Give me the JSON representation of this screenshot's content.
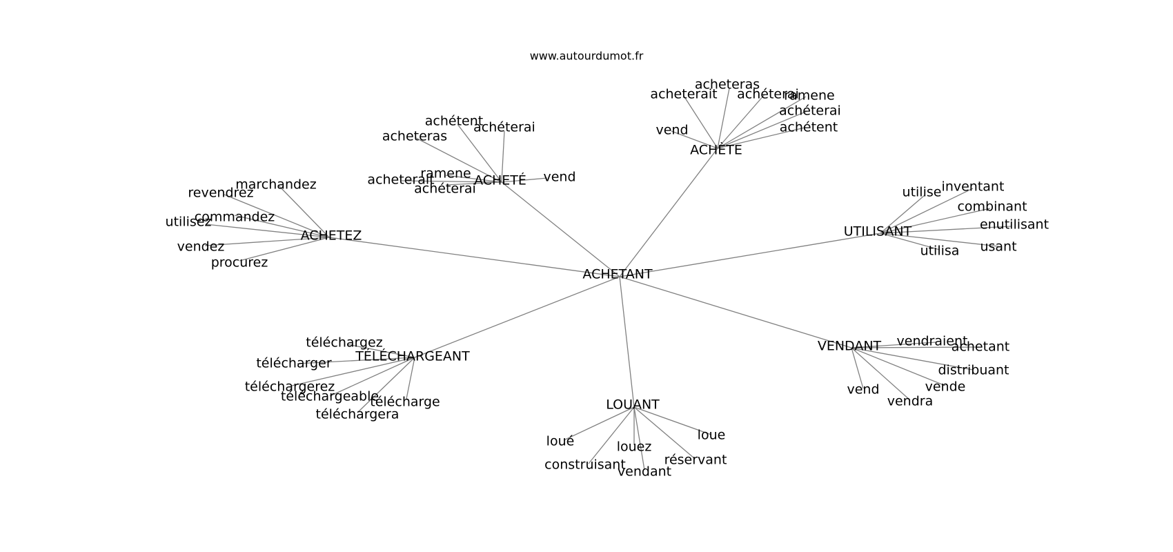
{
  "site": "www.autourdumot.fr",
  "center": "ACHETANT",
  "groups": [
    {
      "name": "ACHETÉ",
      "children": [
        "achétent",
        "achéterai",
        "acheteras",
        "ramene",
        "acheterait",
        "achéterai",
        "vend"
      ]
    },
    {
      "name": "ACHÈTE",
      "children": [
        "acheteras",
        "acheterait",
        "achéterai",
        "ramene",
        "achéterai",
        "achétent",
        "vend"
      ]
    },
    {
      "name": "ACHETEZ",
      "children": [
        "marchandez",
        "revendrez",
        "commandez",
        "utilisez",
        "vendez",
        "procurez"
      ]
    },
    {
      "name": "UTILISANT",
      "children": [
        "utilise",
        "inventant",
        "combinant",
        "enutilisant",
        "usant",
        "utilisa"
      ]
    },
    {
      "name": "TÉLÉCHARGEANT",
      "children": [
        "téléchargez",
        "télécharger",
        "téléchargerez",
        "téléchargeable",
        "télécharge",
        "téléchargera"
      ]
    },
    {
      "name": "VENDANT",
      "children": [
        "vendraient",
        "achetant",
        "distribuant",
        "vende",
        "vendra",
        "vend"
      ]
    },
    {
      "name": "LOUANT",
      "children": [
        "loue",
        "loué",
        "louez",
        "réservant",
        "construisant",
        "vendant"
      ]
    }
  ]
}
